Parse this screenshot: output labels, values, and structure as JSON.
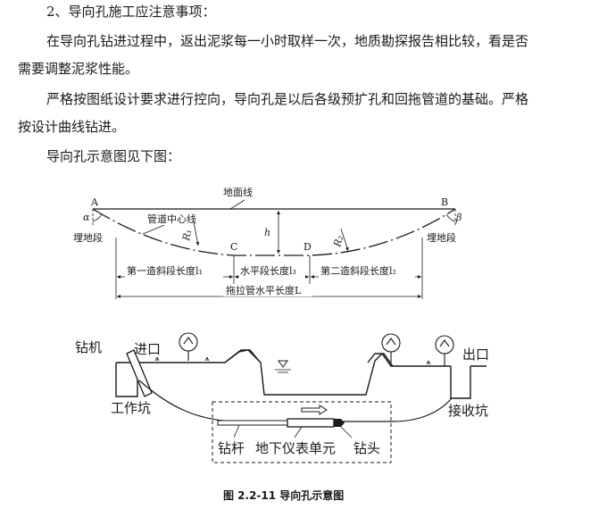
{
  "document": {
    "heading": "2、导向孔施工应注意事项：",
    "para1_line1": "在导向孔钻进过程中，返出泥浆每一小时取样一次，地质勘探报告相比较，看是否",
    "para1_line2": "需要调整泥浆性能。",
    "para2_line1": "严格按图纸设计要求进行控向，导向孔是以后各级预扩孔和回拖管道的基础。严格",
    "para2_line2": "按设计曲线钻进。",
    "intro": "导向孔示意图见下图：",
    "caption": "图 2.2-11  导向孔示意图"
  },
  "diagram_top": {
    "ground_line": "地面线",
    "centerline": "管道中心线",
    "point_a": "A",
    "point_b": "B",
    "point_c": "C",
    "point_d": "D",
    "alpha": "α",
    "beta": "β",
    "r1": "R₁",
    "r2": "R₂",
    "h": "h",
    "buried_left": "埋地段",
    "buried_right": "埋地段",
    "seg1": "第一造斜段长度l₁",
    "seg2": "水平段长度l₃",
    "seg3": "第二造斜段长度l₂",
    "total": "拖拉管水平长度L"
  },
  "diagram_bottom": {
    "rig": "钻机",
    "entry": "进口",
    "exit": "出口",
    "work_pit": "工作坑",
    "receive_pit": "接收坑",
    "drill_rod": "钻杆",
    "instrument": "地下仪表单元",
    "drill_head": "钻头"
  }
}
